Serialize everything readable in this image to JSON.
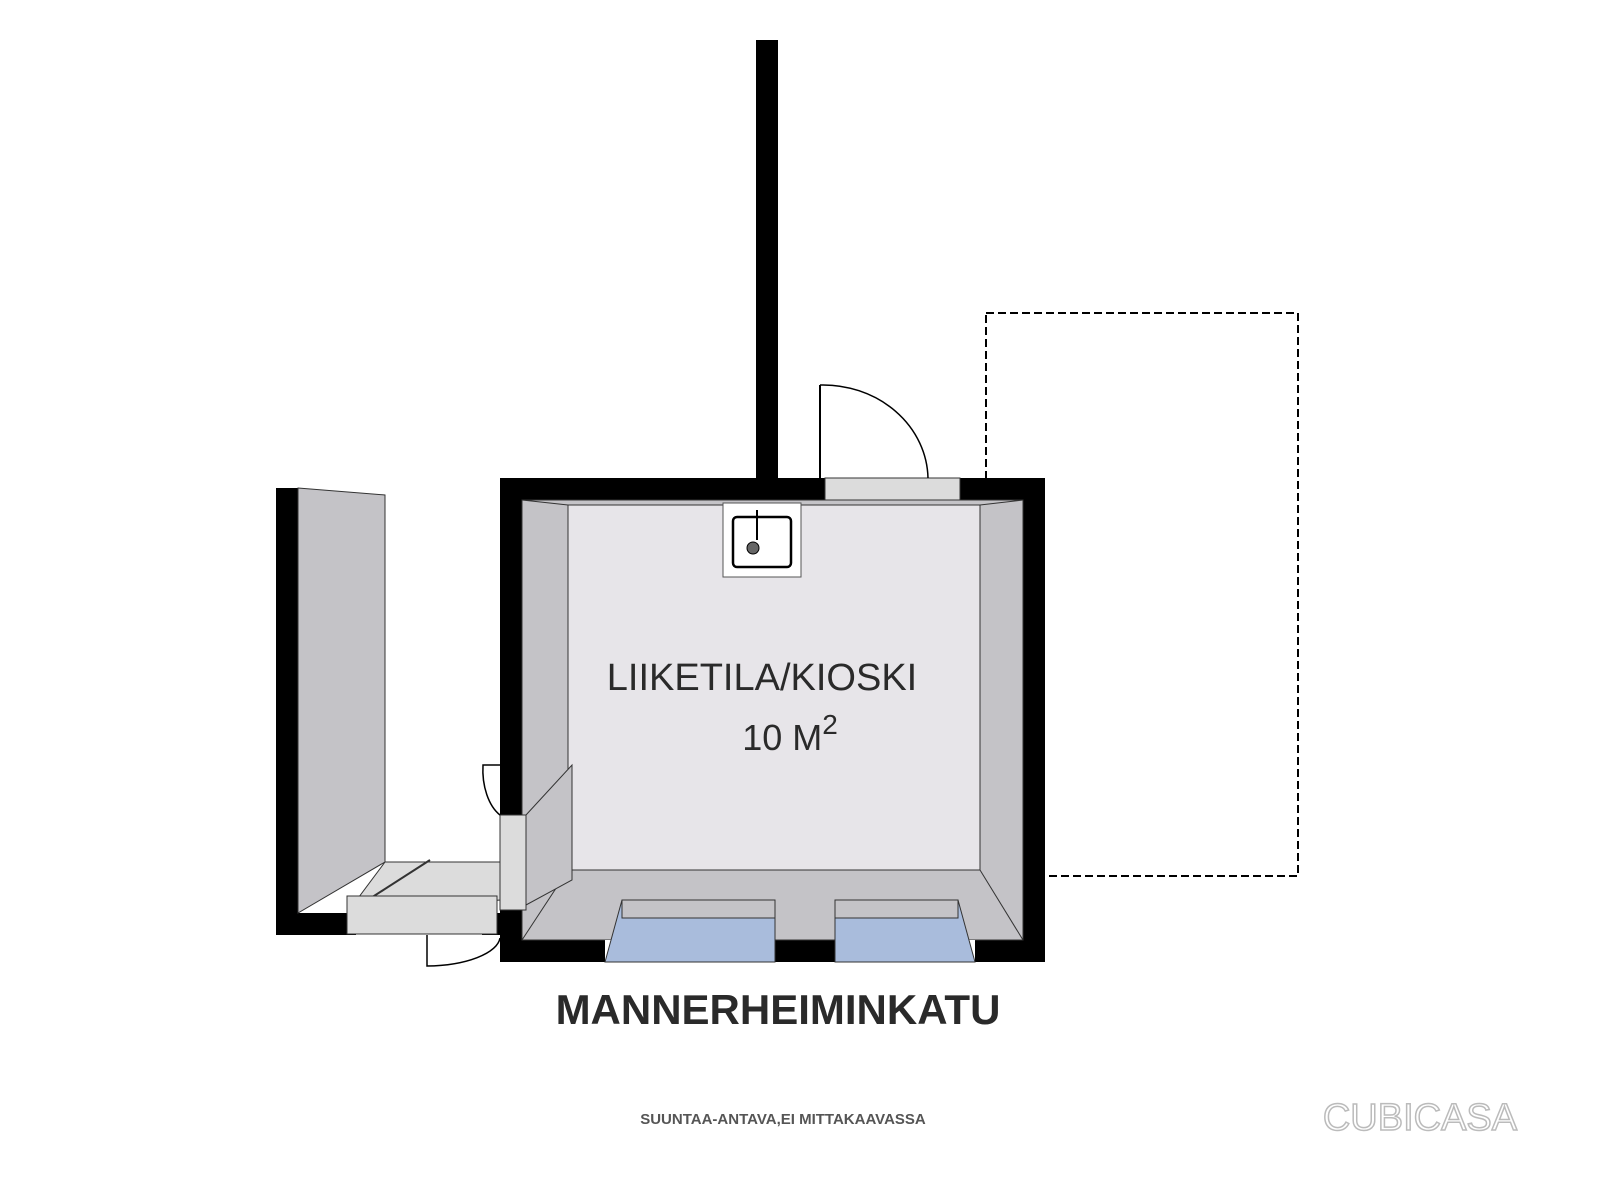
{
  "room": {
    "name": "LIIKETILA/KIOSKI",
    "area_value": "10 M",
    "area_unit_sup": "2"
  },
  "street": "MANNERHEIMINKATU",
  "footer": {
    "note": "SUUNTAA-ANTAVA,EI MITTAKAAVASSA",
    "brand": "CUBICASA"
  },
  "colors": {
    "wall": "#000000",
    "floor": "#e7e5e9",
    "side": "#c4c3c7",
    "sill": "#dcdcdc",
    "glass": "#a9bcdc"
  }
}
